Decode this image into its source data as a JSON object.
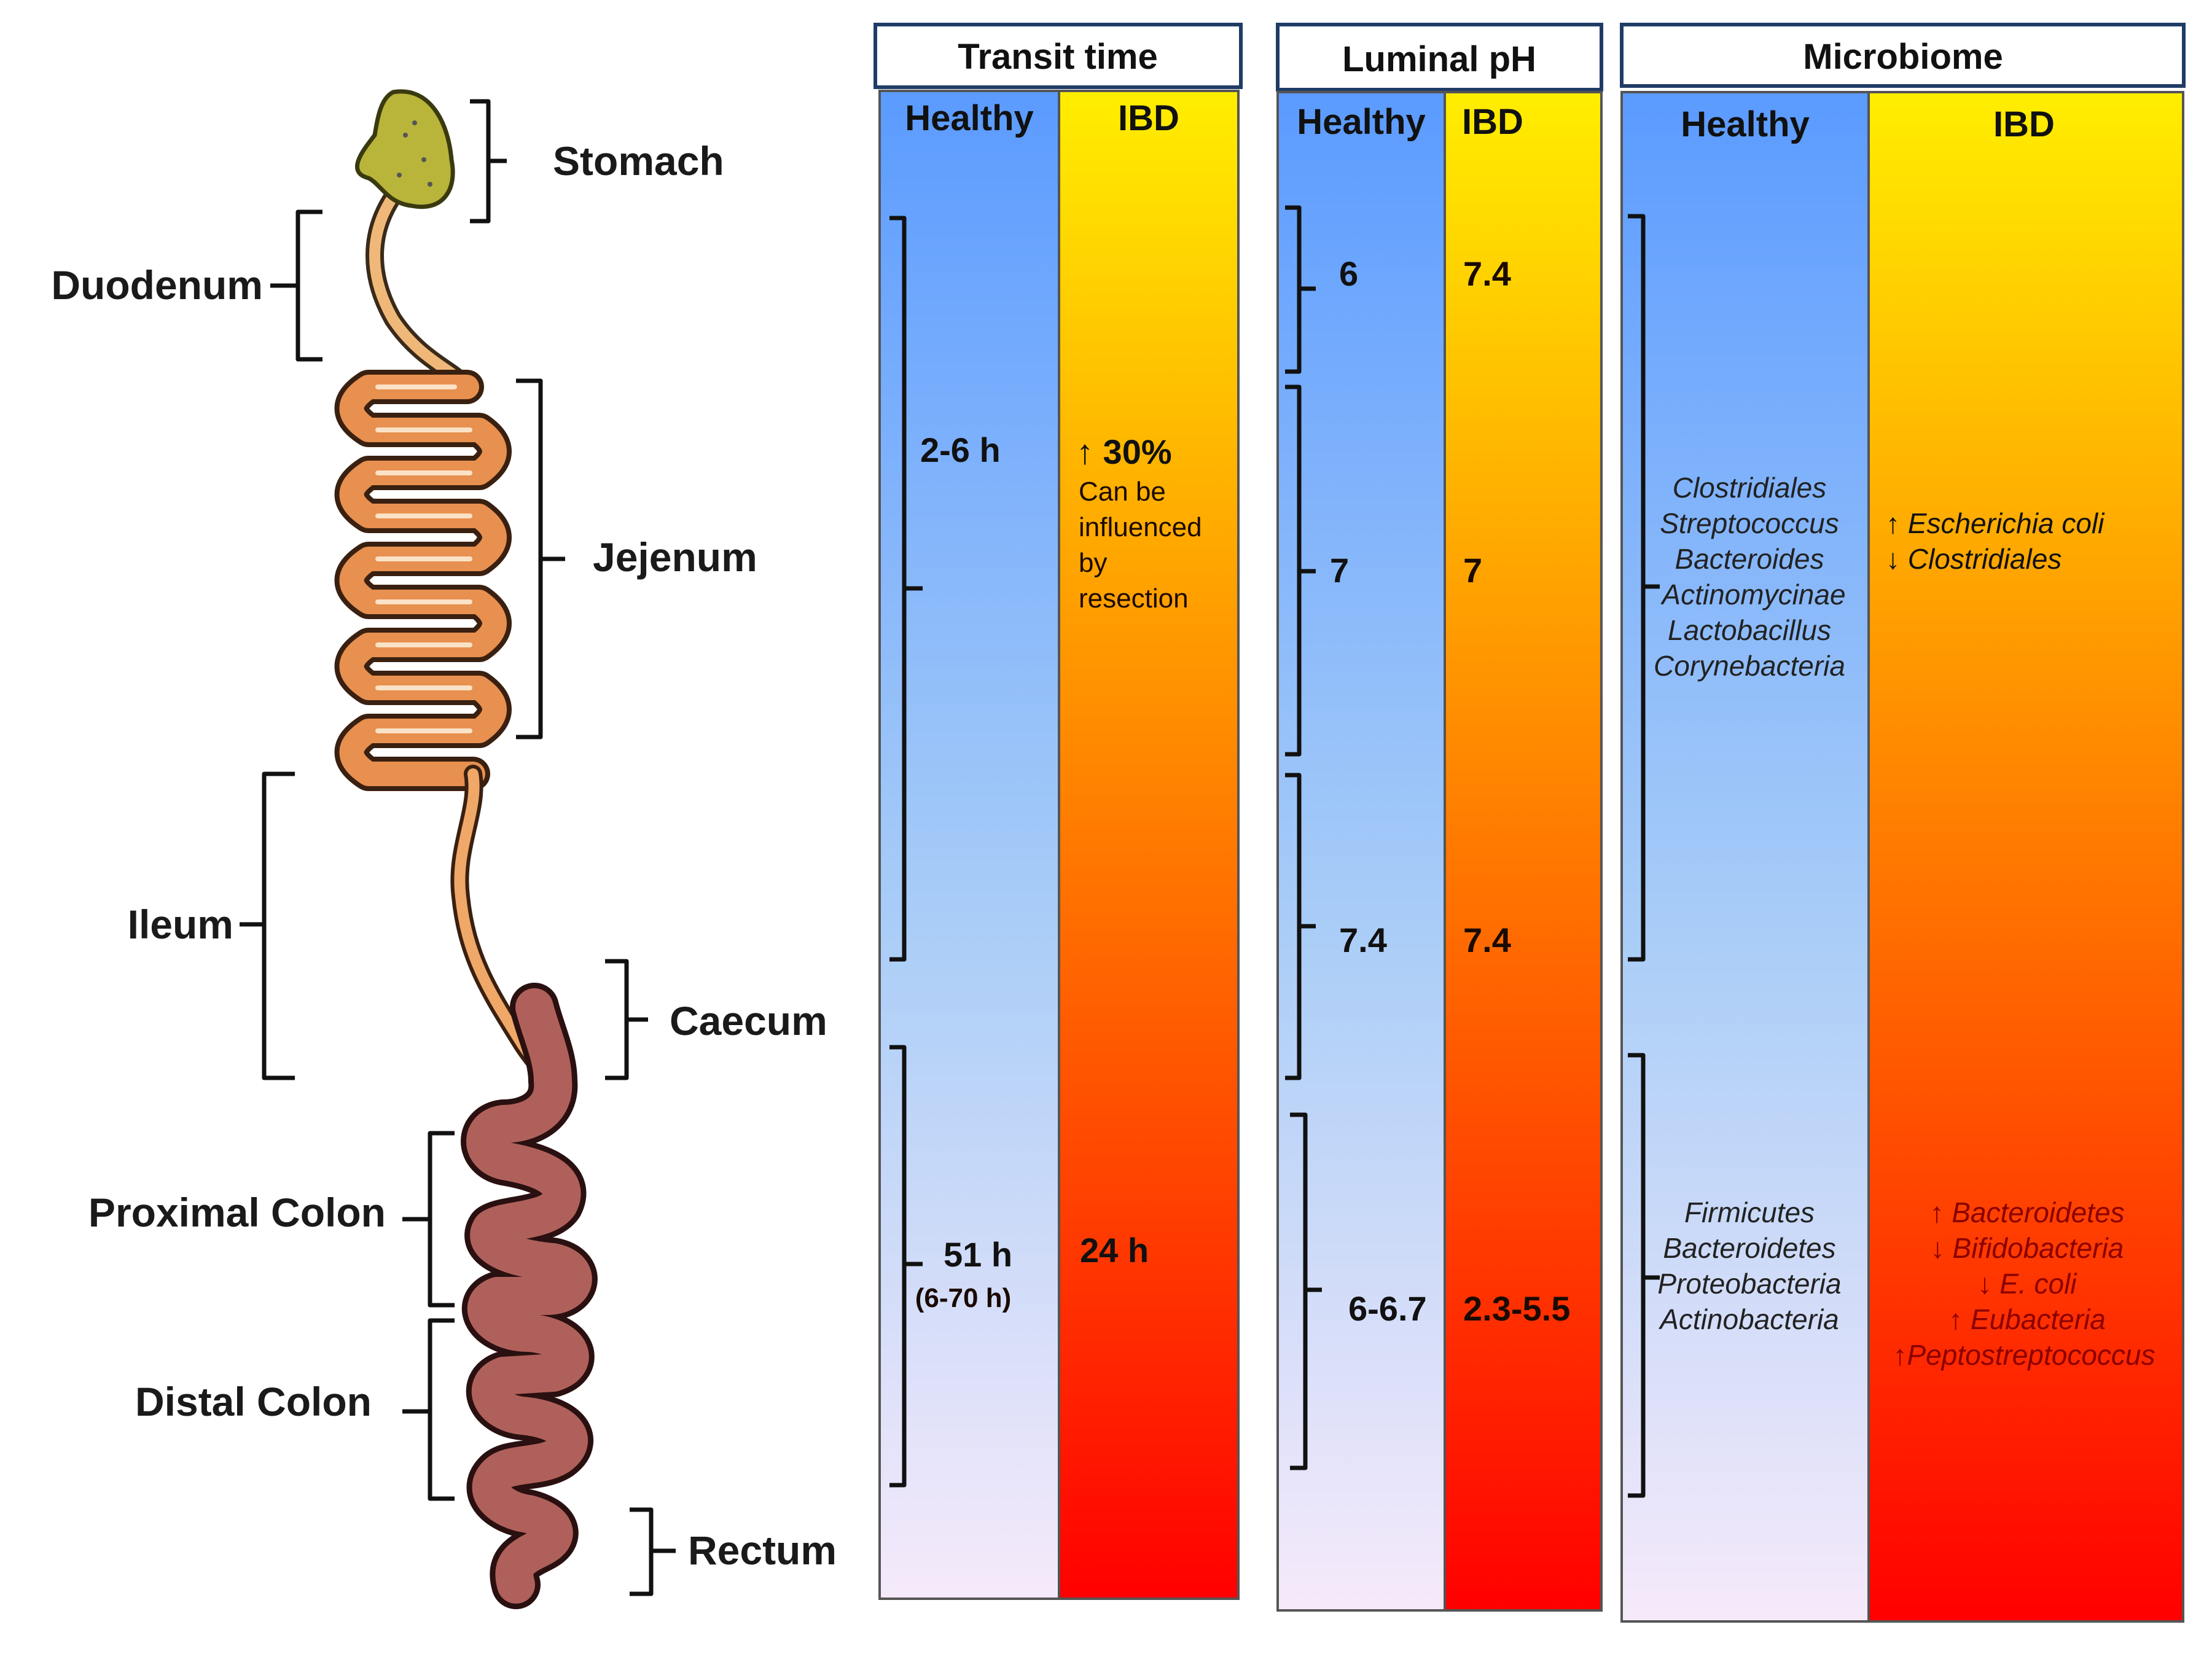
{
  "colors": {
    "healthy_top": "#5b9bff",
    "healthy_bottom": "#f6eafa",
    "ibd_top": "#ffee00",
    "ibd_mid": "#ff8c00",
    "ibd_bottom": "#ff0000",
    "stomach": "#b8b53a",
    "small_intestine": "#e89050",
    "colon": "#b0605a"
  },
  "organs": {
    "stomach": "Stomach",
    "duodenum": "Duodenum",
    "jejenum": "Jejenum",
    "ileum": "Ileum",
    "caecum": "Caecum",
    "proximal_colon": "Proximal Colon",
    "distal_colon": "Distal Colon",
    "rectum": "Rectum"
  },
  "transit": {
    "title": "Transit time",
    "healthy": "Healthy",
    "ibd": "IBD",
    "small_healthy": "2-6 h",
    "small_ibd_change": "↑ 30%",
    "small_ibd_note": [
      "Can be",
      "influenced",
      "by",
      "resection"
    ],
    "colon_healthy": "51 h",
    "colon_healthy_range": "(6-70 h)",
    "colon_ibd": "24 h"
  },
  "ph": {
    "title": "Luminal pH",
    "healthy": "Healthy",
    "ibd": "IBD",
    "rows": [
      {
        "healthy": "6",
        "ibd": "7.4"
      },
      {
        "healthy": "7",
        "ibd": "7"
      },
      {
        "healthy": "7.4",
        "ibd": "7.4"
      },
      {
        "healthy": "6-6.7",
        "ibd": "2.3-5.5"
      }
    ]
  },
  "microbiome": {
    "title": "Microbiome",
    "healthy": "Healthy",
    "ibd": "IBD",
    "small_healthy": [
      "Clostridiales",
      "Streptococcus",
      "Bacteroides",
      "Actinomycinae",
      "Lactobacillus",
      "Corynebacteria"
    ],
    "small_ibd": [
      "↑ Escherichia coli",
      "↓ Clostridiales"
    ],
    "colon_healthy": [
      "Firmicutes",
      "Bacteroidetes",
      "Proteobacteria",
      "Actinobacteria"
    ],
    "colon_ibd": [
      "↑ Bacteroidetes",
      "↓ Bifidobacteria",
      "↓ E. coli",
      "↑ Eubacteria",
      "↑Peptostreptococcus"
    ]
  }
}
